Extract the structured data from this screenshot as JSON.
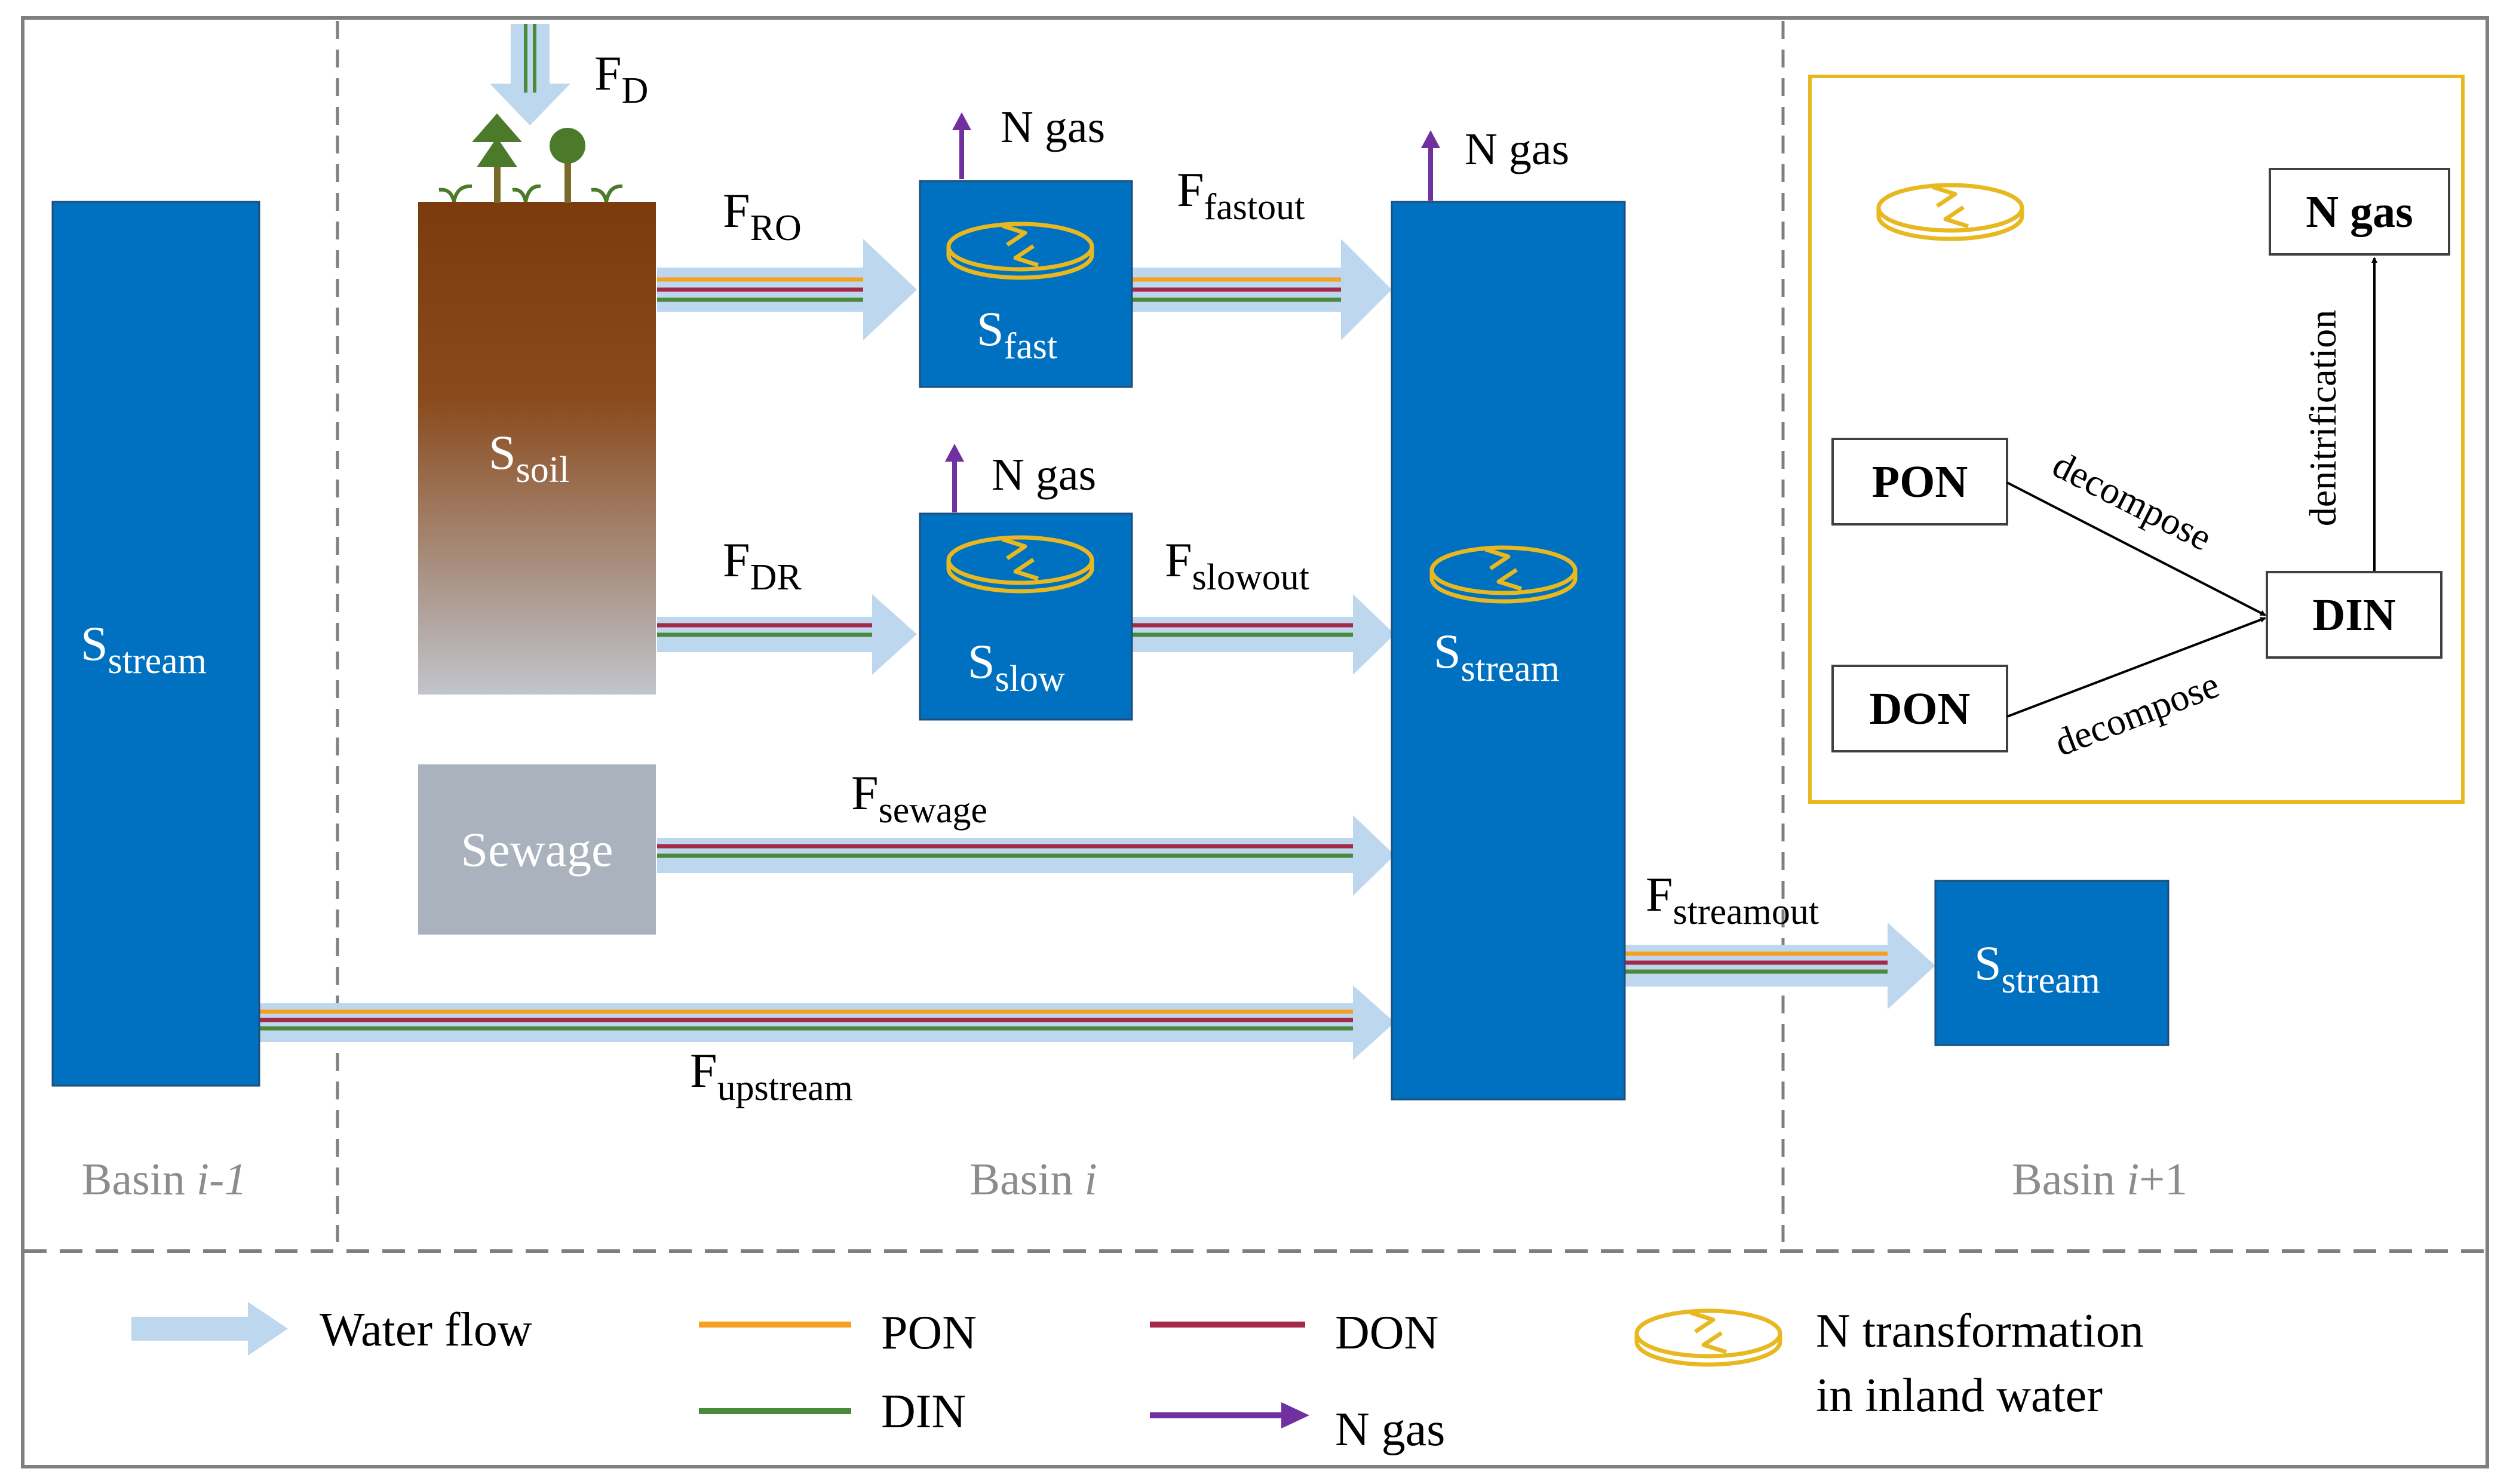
{
  "colors": {
    "frame": "#7f7f7f",
    "box_blue": "#0070c0",
    "water": "#bdd7ee",
    "pon": "#f4a020",
    "don": "#a52a4a",
    "din": "#4a8a3a",
    "ngas": "#7030a0",
    "transform": "#e8b820",
    "sewage": "#aab2bd",
    "basin_text": "#8c8c8c",
    "soil_top": "#7b3b0c",
    "soil_bottom": "#c0c4cc",
    "tree": "#4a7a2a",
    "trunk": "#7a6a2a"
  },
  "boxes": {
    "stream_left": {
      "main": "S",
      "sub": "stream"
    },
    "soil": {
      "main": "S",
      "sub": "soil"
    },
    "fast": {
      "main": "S",
      "sub": "fast"
    },
    "slow": {
      "main": "S",
      "sub": "slow"
    },
    "stream_mid": {
      "main": "S",
      "sub": "stream"
    },
    "stream_right": {
      "main": "S",
      "sub": "stream"
    },
    "sewage": "Sewage"
  },
  "fluxes": {
    "fd": {
      "main": "F",
      "sub": "D"
    },
    "fro": {
      "main": "F",
      "sub": "RO"
    },
    "fdr": {
      "main": "F",
      "sub": "DR"
    },
    "ffastout": {
      "main": "F",
      "sub": "fastout"
    },
    "fslowout": {
      "main": "F",
      "sub": "slowout"
    },
    "fsewage": {
      "main": "F",
      "sub": "sewage"
    },
    "fupstream": {
      "main": "F",
      "sub": "upstream"
    },
    "fstreamout": {
      "main": "F",
      "sub": "streamout"
    }
  },
  "ngas_labels": {
    "fast": "N gas",
    "slow": "N gas",
    "stream": "N gas"
  },
  "basins": {
    "left": {
      "prefix": "Basin ",
      "italic": "i-1",
      "suffix": ""
    },
    "mid": {
      "prefix": "Basin ",
      "italic": "i",
      "suffix": ""
    },
    "right": {
      "prefix": "Basin ",
      "italic": "i",
      "suffix": "+1"
    }
  },
  "inset": {
    "pon": "PON",
    "don": "DON",
    "din": "DIN",
    "ngas": "N gas",
    "decompose_top": "decompose",
    "decompose_bottom": "decompose",
    "denitrification": "denitrification"
  },
  "legend": {
    "water_flow": "Water flow",
    "pon": "PON",
    "don": "DON",
    "din": "DIN",
    "ngas": "N gas",
    "transform_line1": "N transformation",
    "transform_line2": "in inland water"
  }
}
